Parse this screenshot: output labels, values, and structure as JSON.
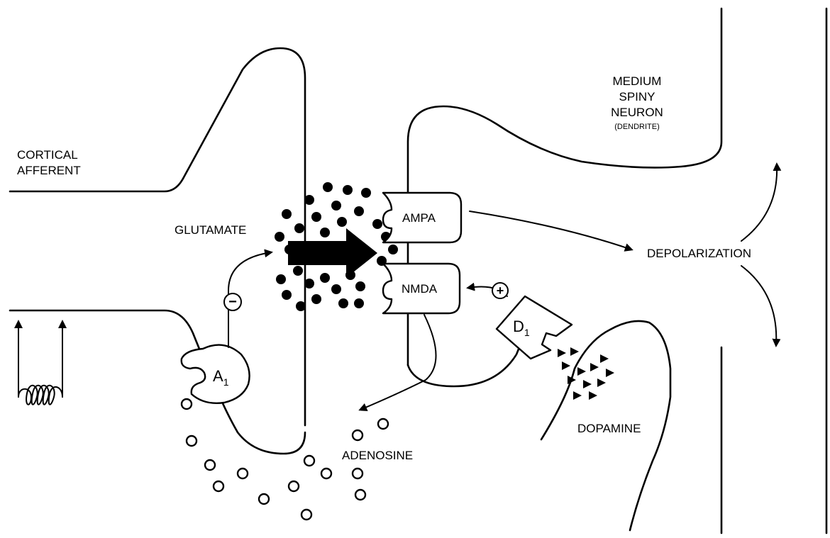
{
  "labels": {
    "cortical_line1": "CORTICAL",
    "cortical_line2": "AFFERENT",
    "glutamate": "GLUTAMATE",
    "ampa": "AMPA",
    "nmda": "NMDA",
    "msn_line1": "MEDIUM",
    "msn_line2": "SPINY",
    "msn_line3": "NEURON",
    "msn_line4": "(DENDRITE)",
    "depolarization": "DEPOLARIZATION",
    "a1_main": "A",
    "a1_sub": "1",
    "d1_main": "D",
    "d1_sub": "1",
    "dopamine": "DOPAMINE",
    "adenosine": "ADENOSINE",
    "minus_sign": "−",
    "plus_sign": "+"
  }
}
